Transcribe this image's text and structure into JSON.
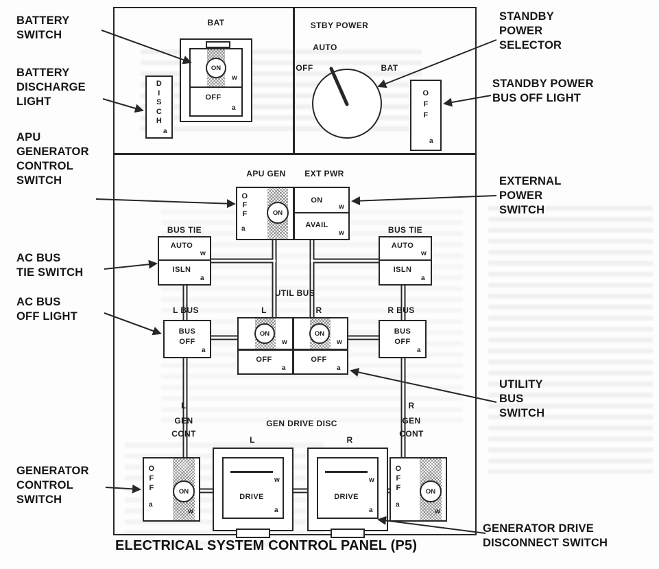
{
  "caption": "ELECTRICAL SYSTEM CONTROL PANEL (P5)",
  "top": {
    "bat_label": "BAT",
    "stby_label": "STBY POWER",
    "knob": {
      "auto": "AUTO",
      "off": "OFF",
      "bat": "BAT"
    },
    "battery_switch": {
      "on": "ON",
      "off": "OFF",
      "w": "w",
      "a": "a"
    },
    "disch_light": {
      "letters": "D\nI\nS\nC\nH",
      "a": "a"
    },
    "stby_off_light": {
      "letters": "O\nF\nF",
      "a": "a"
    }
  },
  "mid": {
    "apu_label": "APU GEN",
    "ext_label": "EXT PWR",
    "apu_switch": {
      "off": "O\nF\nF",
      "a": "a",
      "on": "ON"
    },
    "ext_switch": {
      "on": "ON",
      "w1": "w",
      "avail": "AVAIL",
      "w2": "w"
    },
    "bus_tie_left": {
      "title": "BUS TIE",
      "auto": "AUTO",
      "w": "w",
      "isln": "ISLN",
      "a": "a"
    },
    "bus_tie_right": {
      "title": "BUS TIE",
      "auto": "AUTO",
      "w": "w",
      "isln": "ISLN",
      "a": "a"
    }
  },
  "util": {
    "title": "UTIL BUS",
    "l": "L",
    "r": "R",
    "l_switch": {
      "on": "ON",
      "w": "w",
      "off": "OFF",
      "a": "a"
    },
    "r_switch": {
      "on": "ON",
      "w": "w",
      "off": "OFF",
      "a": "a"
    },
    "l_bus": {
      "title": "L BUS",
      "text": "BUS\nOFF",
      "a": "a"
    },
    "r_bus": {
      "title": "R BUS",
      "text": "BUS\nOFF",
      "a": "a"
    }
  },
  "bottom": {
    "left_pos": "L",
    "left_label": "GEN\nCONT",
    "right_pos": "R",
    "right_label": "GEN\nCONT",
    "drive_title": "GEN DRIVE DISC",
    "drive_l": "L",
    "drive_r": "R",
    "gen_left": {
      "off": "O\nF\nF",
      "a": "a",
      "on": "ON",
      "w": "w"
    },
    "gen_right": {
      "off": "O\nF\nF",
      "a": "a",
      "on": "ON",
      "w": "w"
    },
    "drive_left": {
      "label": "DRIVE",
      "w": "w",
      "a": "a"
    },
    "drive_right": {
      "label": "DRIVE",
      "w": "w",
      "a": "a"
    }
  },
  "callouts": {
    "battery_switch": "BATTERY\nSWITCH",
    "battery_discharge_light": "BATTERY\nDISCHARGE\nLIGHT",
    "apu_generator_control_switch": "APU\nGENERATOR\nCONTROL\nSWITCH",
    "ac_bus_tie_switch": "AC BUS\nTIE SWITCH",
    "ac_bus_off_light": "AC BUS\nOFF LIGHT",
    "generator_control_switch": "GENERATOR\nCONTROL\nSWITCH",
    "standby_power_selector": "STANDBY\nPOWER\nSELECTOR",
    "standby_power_bus_off_light": "STANDBY POWER\nBUS OFF LIGHT",
    "external_power_switch": "EXTERNAL\nPOWER\nSWITCH",
    "utility_bus_switch": "UTILITY\nBUS\nSWITCH",
    "generator_drive_disconnect_switch": "GENERATOR DRIVE\nDISCONNECT SWITCH"
  },
  "colors": {
    "ink": "#272727"
  }
}
